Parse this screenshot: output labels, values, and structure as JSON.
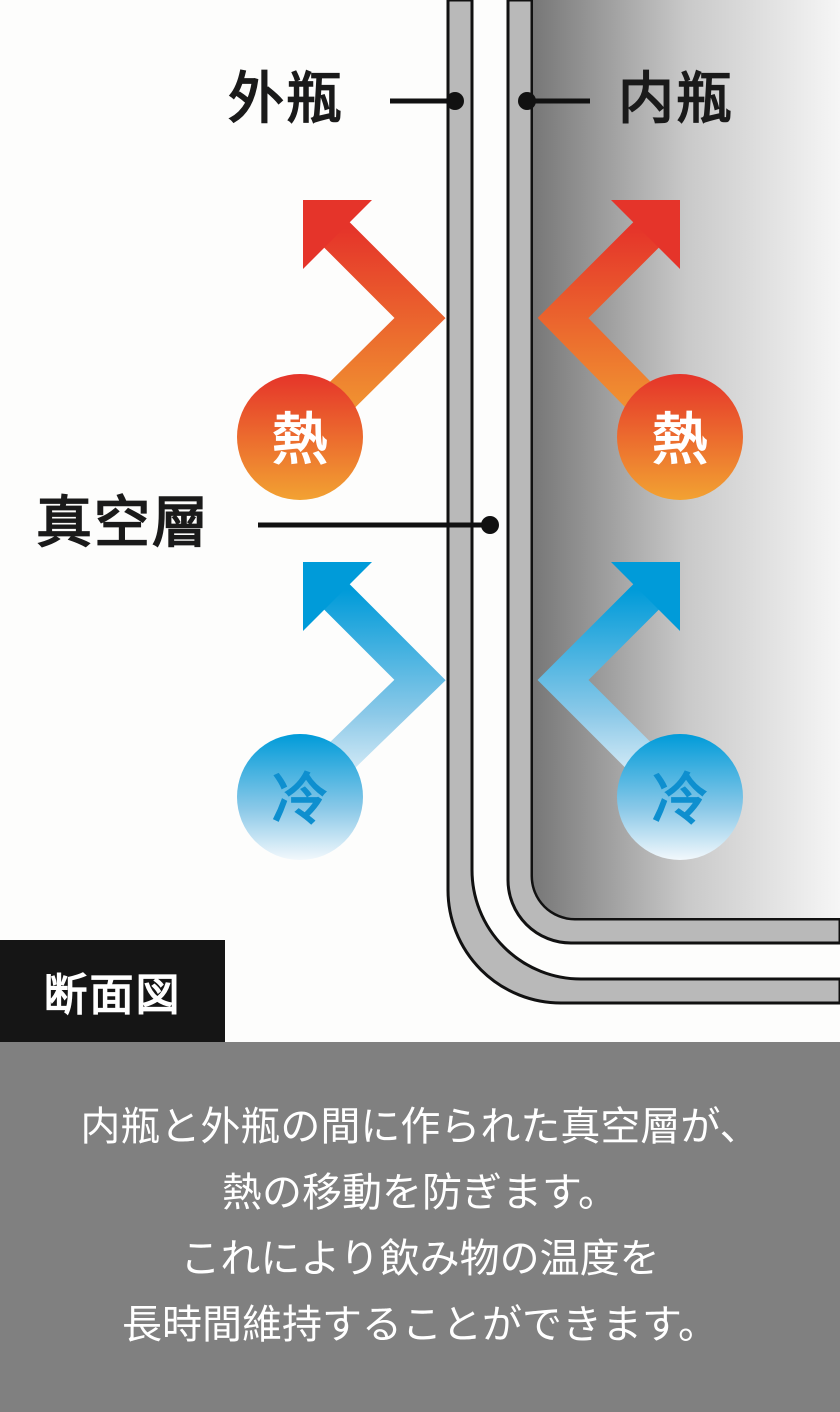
{
  "labels": {
    "outer_bottle": "外瓶",
    "inner_bottle": "内瓶",
    "vacuum_layer": "真空層"
  },
  "markers": {
    "heat": "熱",
    "cold": "冷"
  },
  "section_tag": "断面図",
  "caption": [
    "内瓶と外瓶の間に作られた真空層が、",
    "熱の移動を防ぎます。",
    "これにより飲み物の温度を",
    "長時間維持することができます。"
  ],
  "colors": {
    "hot_top": "#e5342a",
    "hot_bottom": "#f2a232",
    "cold_top": "#009bd9",
    "cold_bottom": "#eef6fb",
    "wall": "#b9b9b9",
    "caption_bg": "#808080"
  }
}
